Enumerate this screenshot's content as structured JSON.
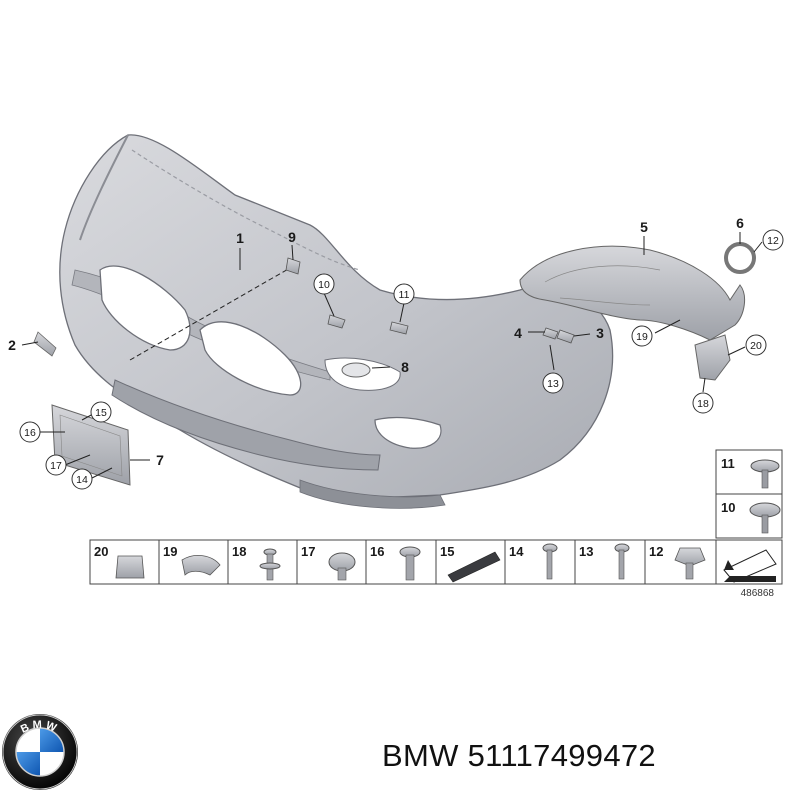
{
  "diagram": {
    "callouts_plain": [
      "1",
      "2",
      "3",
      "4",
      "5",
      "6",
      "7",
      "8",
      "9"
    ],
    "callouts_circled": [
      "10",
      "11",
      "12",
      "13",
      "14",
      "15",
      "16",
      "17",
      "18",
      "19",
      "20"
    ],
    "parts_table": [
      "20",
      "19",
      "18",
      "17",
      "16",
      "15",
      "14",
      "13",
      "12"
    ],
    "side_table": [
      "11",
      "10"
    ],
    "reference_code": "486868"
  },
  "logo": {
    "letters": "BMW",
    "colors": {
      "blue": "#1c69d4",
      "white": "#ffffff",
      "ring": "#111111"
    }
  },
  "caption": {
    "brand": "BMW",
    "part_number": "51117499472"
  }
}
